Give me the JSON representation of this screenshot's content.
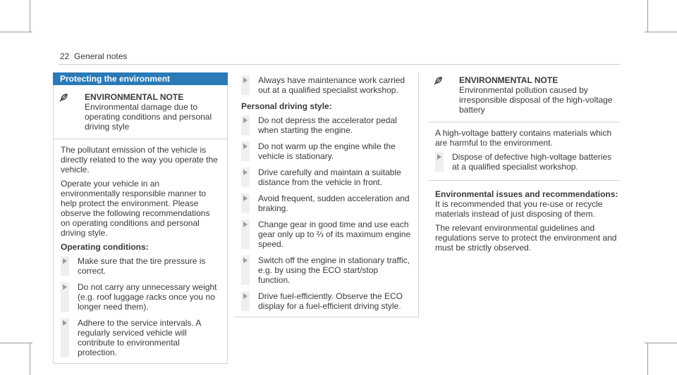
{
  "header": {
    "page_number": "22",
    "section_title": "General notes"
  },
  "col1": {
    "section_title": "Protecting the environment",
    "note_heading": "ENVIRONMENTAL NOTE",
    "note_body": " Environmental damage due to operating conditions and personal driving style",
    "para1": "The pollutant emission of the vehicle is directly related to the way you operate the vehicle.",
    "para2": "Operate your vehicle in an environmentally responsible manner to help protect the environment. Please observe the following recommendations on operating conditions and personal driving style.",
    "subhead": "Operating conditions:",
    "items": [
      "Make sure that the tire pressure is correct.",
      "Do not carry any unnecessary weight (e.g. roof luggage racks once you no longer need them).",
      "Adhere to the service intervals. A regularly serviced vehicle will contribute to environmental protection."
    ]
  },
  "col2": {
    "item0": "Always have maintenance work carried out at a qualified specialist workshop.",
    "subhead": "Personal driving style:",
    "items": [
      "Do not depress the accelerator pedal when starting the engine.",
      "Do not warm up the engine while the vehicle is stationary.",
      "Drive carefully and maintain a suitable distance from the vehicle in front.",
      "Avoid frequent, sudden acceleration and braking.",
      "Change gear in good time and use each gear only up to ⅔ of its maximum engine speed.",
      "Switch off the engine in stationary traffic, e.g. by using the ECO start/stop function.",
      "Drive fuel-efficiently. Observe the ECO display for a fuel-efficient driving style."
    ]
  },
  "col3": {
    "note_heading": "ENVIRONMENTAL NOTE",
    "note_body": " Environmental pollution caused by irresponsible disposal of the high-voltage battery",
    "para1": "A high-voltage battery contains materials which are harmful to the environment.",
    "item": "Dispose of defective high-voltage batteries at a qualified specialist workshop.",
    "subhead": "Environmental issues and recommendations:",
    "para2": "It is recommended that you re-use or recycle materials instead of just disposing of them.",
    "para3": "The relevant environmental guidelines and regulations serve to protect the environment and must be strictly observed."
  },
  "colors": {
    "section_bar": "#2a7ab8",
    "text": "#3a3a3a",
    "rule": "#d4d4d4"
  }
}
